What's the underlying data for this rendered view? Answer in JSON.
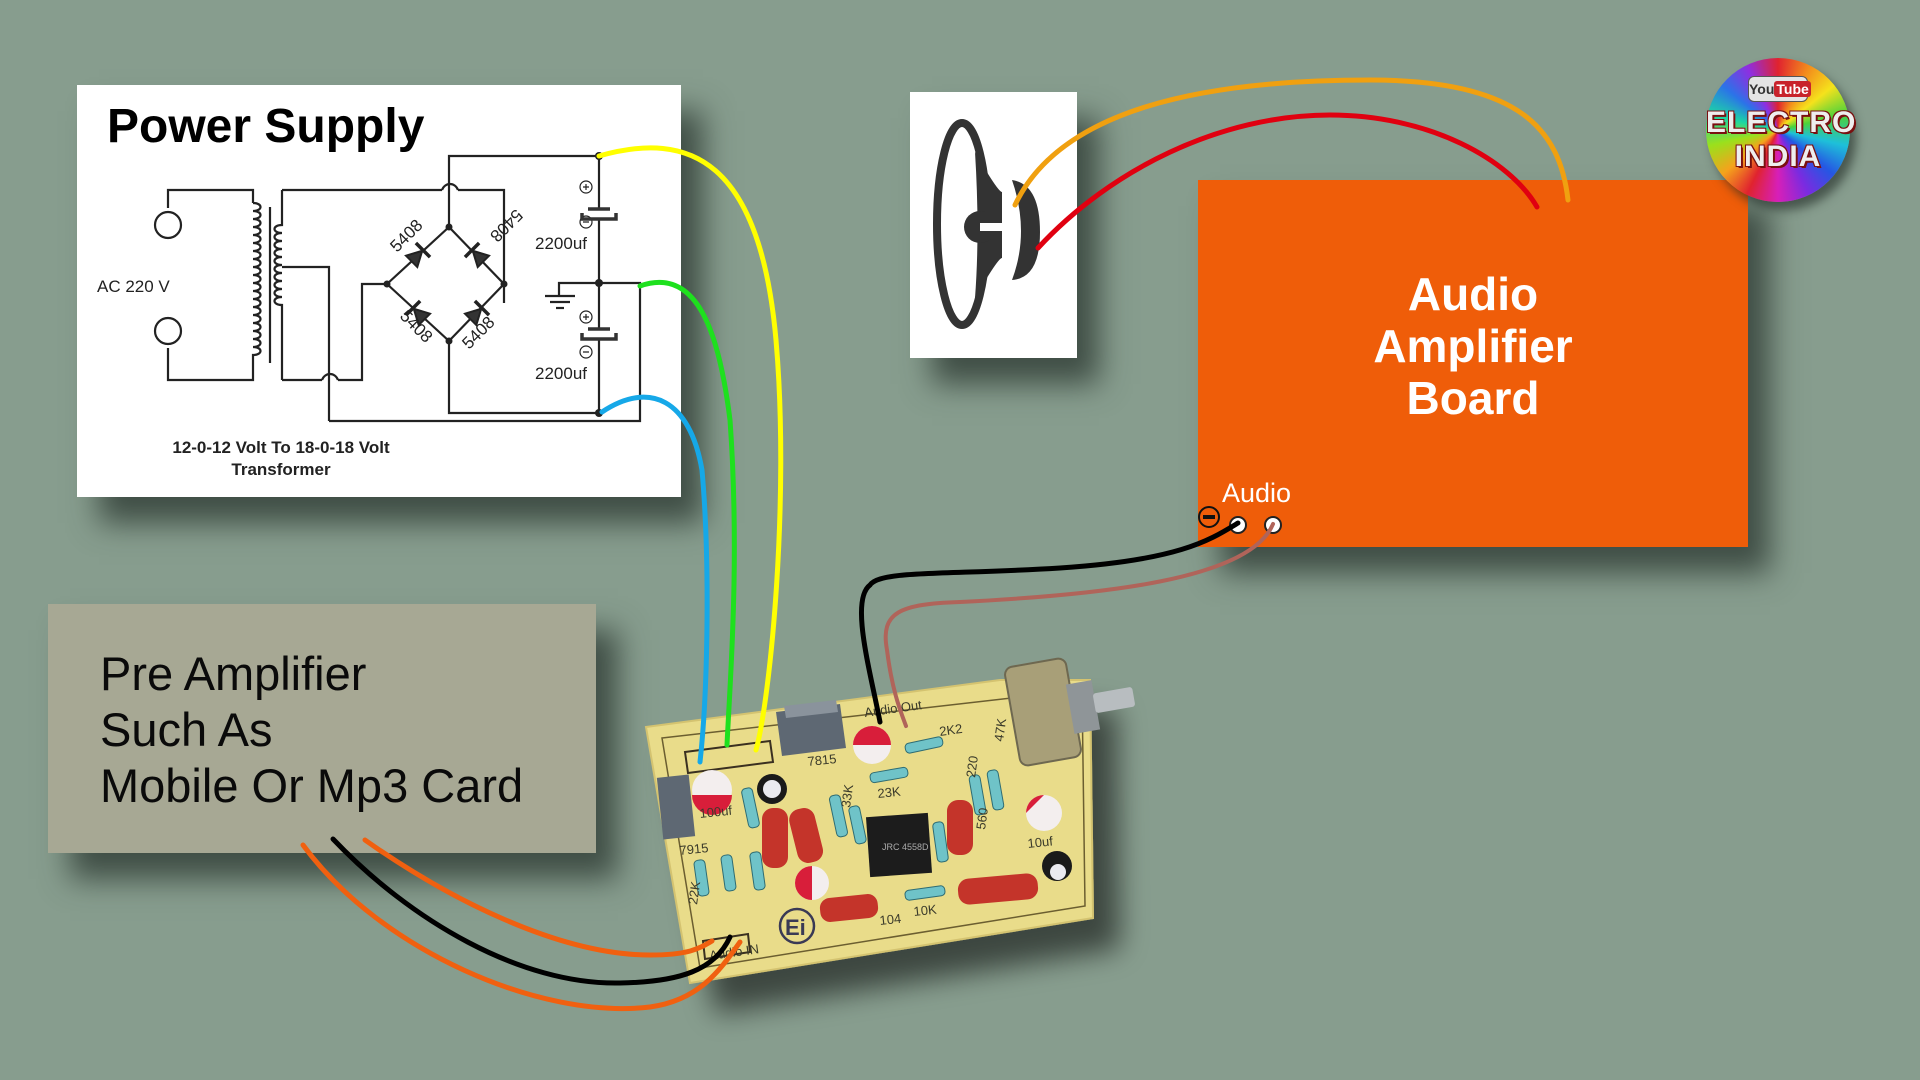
{
  "power_supply": {
    "title": "Power Supply",
    "ac_label": "AC 220 V",
    "diode_labels": [
      "5408",
      "5408",
      "5408",
      "5408"
    ],
    "capacitor_labels": [
      "2200uf",
      "2200uf"
    ],
    "plus_symbol": "+",
    "minus_symbol": "−",
    "transformer_caption_line1": "12-0-12 Volt To 18-0-18 Volt",
    "transformer_caption_line2": "Transformer"
  },
  "pre_amplifier": {
    "lines": [
      "Pre Amplifier",
      "Such As",
      "Mobile Or Mp3 Card"
    ]
  },
  "amplifier_board": {
    "title_lines": [
      "Audio",
      "Amplifier",
      "Board"
    ],
    "audio_label": "Audio",
    "minus_symbol": "−"
  },
  "logo": {
    "badge_you": "You",
    "badge_tube": "Tube",
    "line1": "ELECTRO",
    "line2": "INDIA"
  },
  "pcb": {
    "labels": {
      "audio_out": "Audio Out",
      "audio_in": "Audio IN",
      "reg_pos": "7815",
      "reg_neg": "7915",
      "cap_100uf": "100uf",
      "cap_10uf": "10uf",
      "r_2k2": "2K2",
      "r_47k": "47K",
      "r_23k": "23K",
      "r_10k": "10K",
      "r_33k": "33K",
      "r_220": "220",
      "r_560": "560",
      "r_22k": "22K",
      "cap_104": "104",
      "ic": "JRC 4558D",
      "brand": "Ei"
    }
  },
  "colors": {
    "background": "#879d8e",
    "amp_board": "#ef5d09",
    "pre_amp_box": "#a7a894",
    "wire_yellow": "#ffff00",
    "wire_green": "#1ee01e",
    "wire_blue": "#16a8e8",
    "wire_speaker_orange": "#f0a010",
    "wire_speaker_red": "#e00010",
    "wire_audio_black": "#000000",
    "wire_audio_brown": "#b0645a",
    "wire_input_orange": "#f06010"
  }
}
